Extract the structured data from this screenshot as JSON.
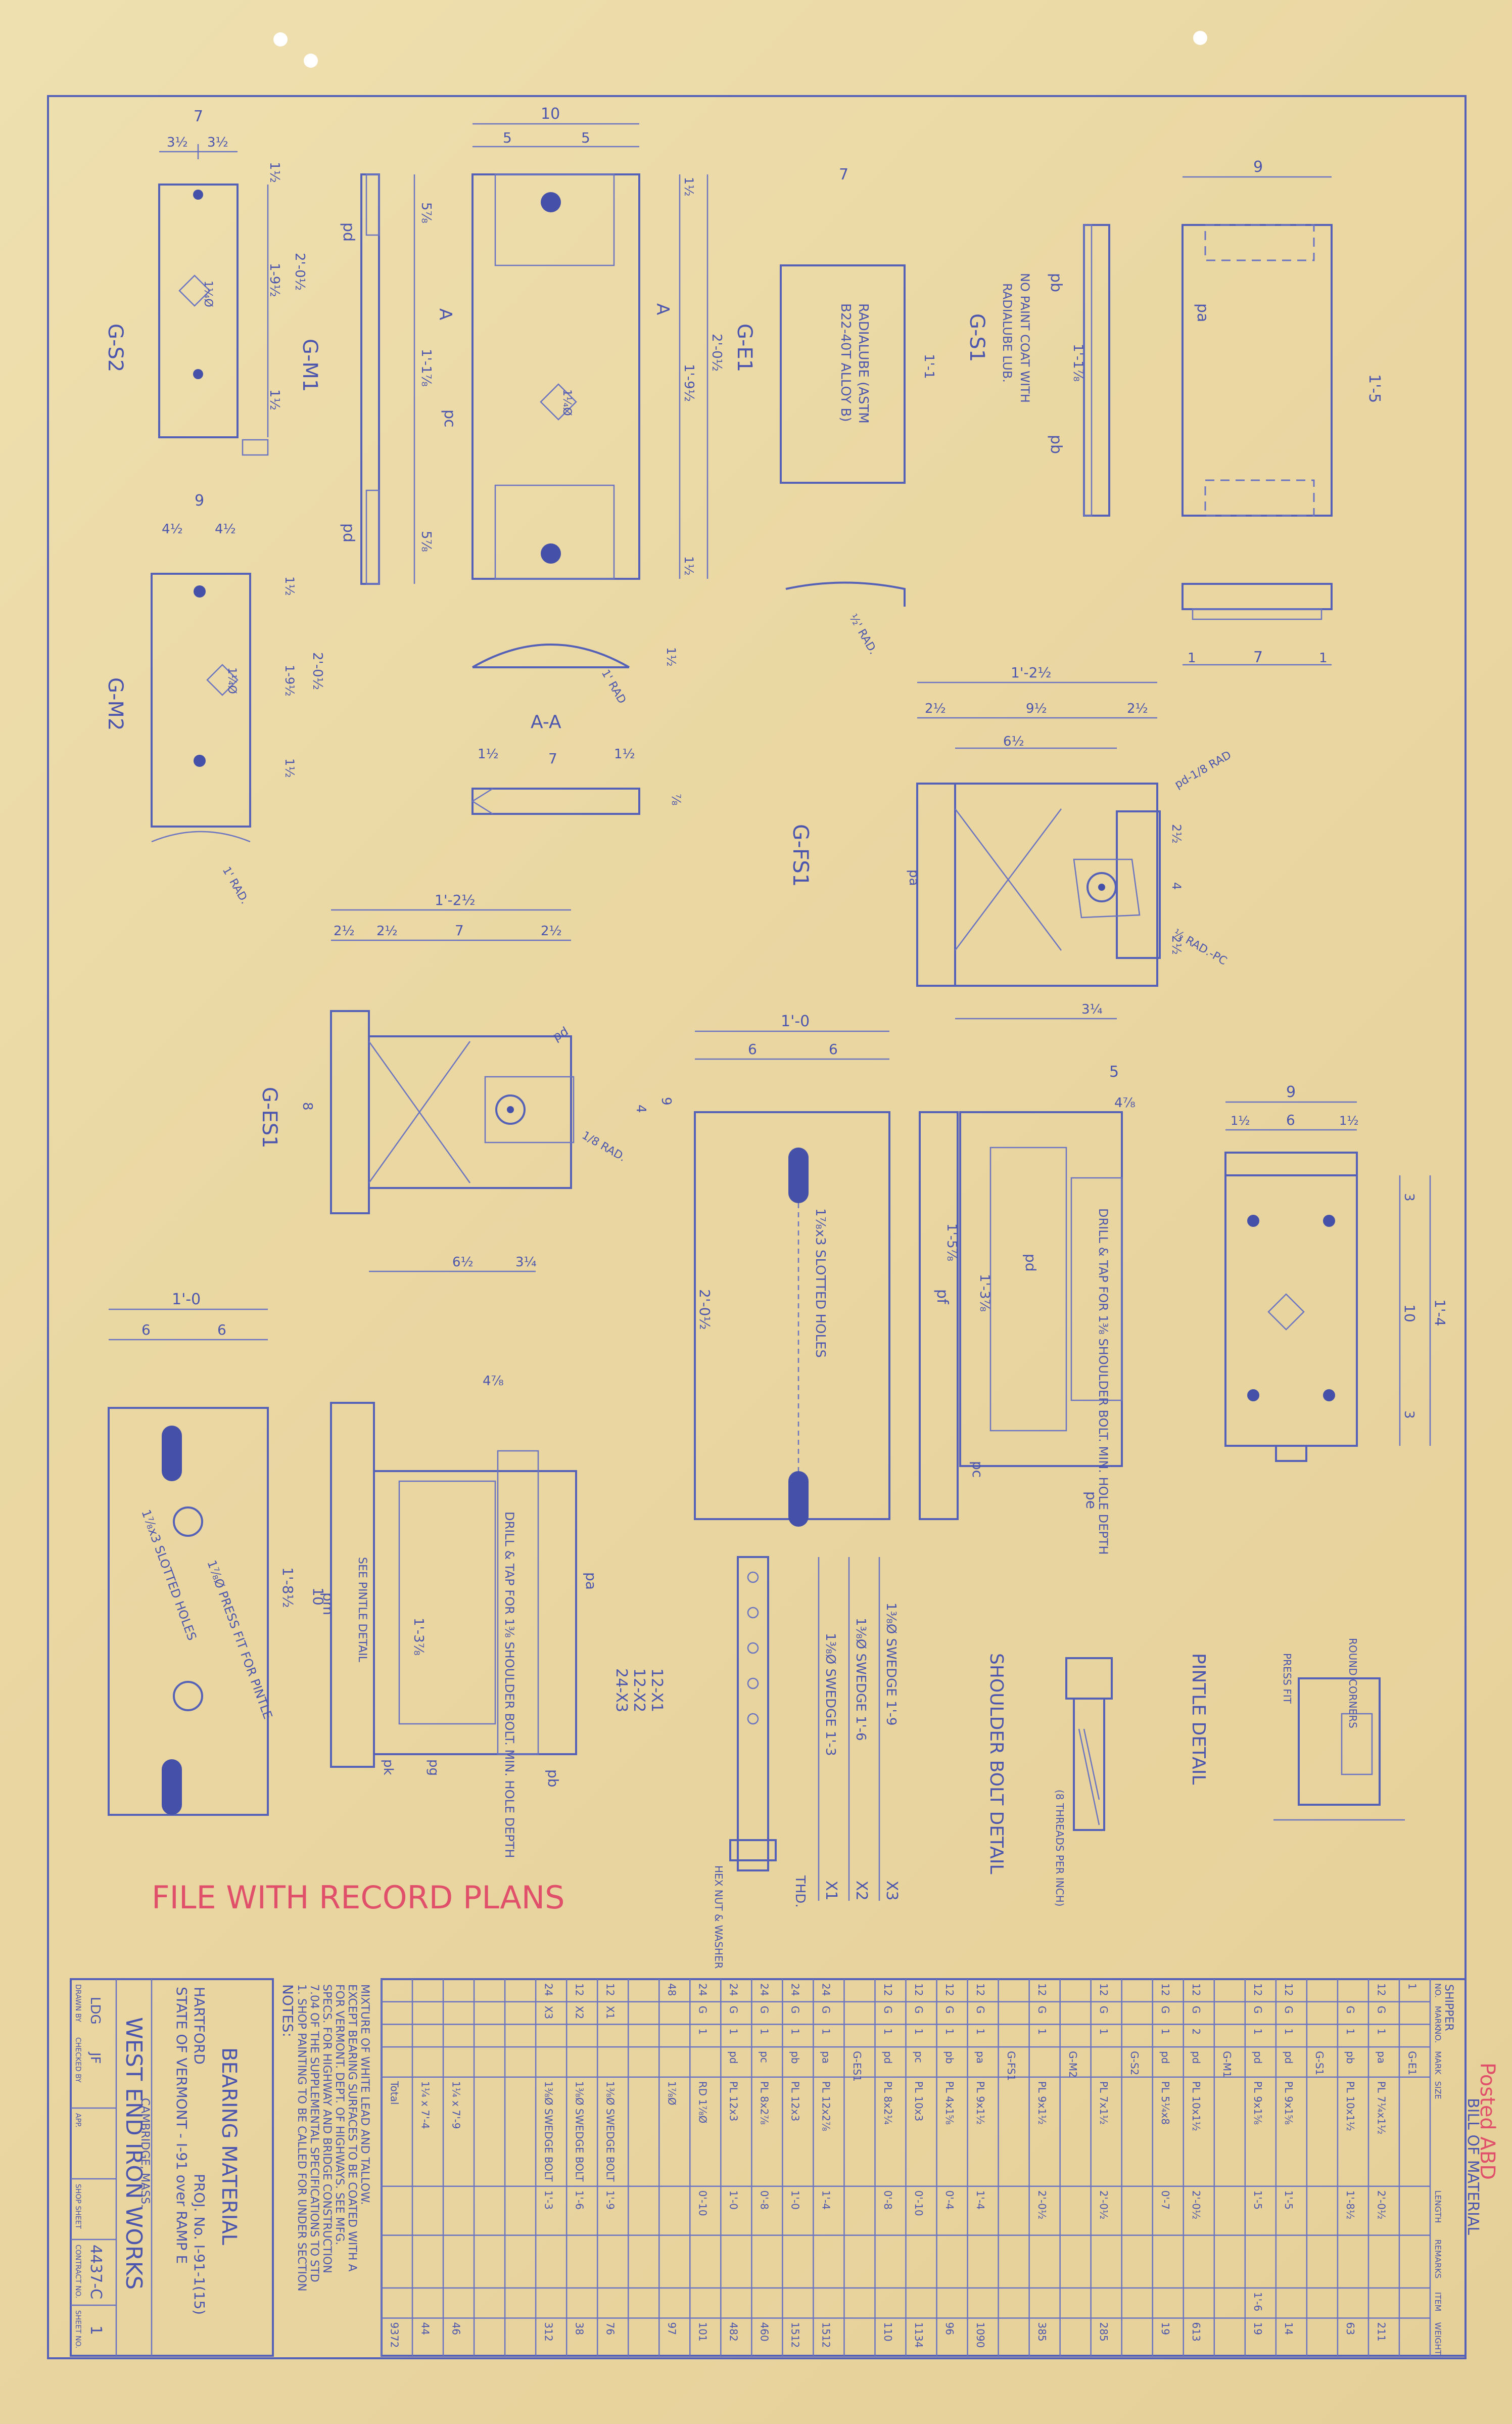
{
  "views": {
    "g_s2": {
      "label": "G-S2",
      "dim_top": "7",
      "dim_a": "3½",
      "dim_b": "3½",
      "dim_h1": "1½",
      "dim_h2": "1-9½",
      "dim_h3": "1½",
      "dim_total": "2'-0½",
      "mark": "1¼Ø"
    },
    "g_m1": {
      "label": "G-M1",
      "pd_top": "pd",
      "pd_bot": "pd",
      "dim_top": "5⅞",
      "dim_mid": "1'-1⅞",
      "dim_bot": "5⅞",
      "pc": "pc",
      "sec": "A"
    },
    "g_e1": {
      "label": "G-E1",
      "dim_top": "10",
      "dim_a": "5",
      "dim_b": "5",
      "dim_h1": "1½",
      "dim_mid": "1'-9½",
      "dim_h2": "1½",
      "dim_total": "2'-0½",
      "mark": "1¼Ø",
      "sec": "A"
    },
    "g_m2": {
      "label": "G-M2",
      "dim_top": "9",
      "dim_a": "4½",
      "dim_b": "4½",
      "dim_h1": "1½",
      "dim_h2": "1-9½",
      "dim_h3": "1½",
      "dim_total": "2'-0½",
      "mark": "1¼Ø",
      "rad": "1' RAD."
    },
    "a_a": {
      "label": "A-A",
      "dim_a": "1½",
      "dim_b": "7",
      "dim_c": "1½",
      "rad": "1' RAD",
      "dim_h": "1½",
      "dim_h2": "⅞"
    },
    "g_s1": {
      "label": "G-S1",
      "dim_top": "7",
      "note1": "RADIALUBE (ASTM",
      "note2": "B22-40T ALLOY B)",
      "note3": "NO PAINT COAT WITH",
      "note4": "RADIALUBE LUB.",
      "dim_total": "1'-1",
      "pb": "pb",
      "pa": "pa",
      "rad": "½' RAD.",
      "dim_h": "1'-1⅞",
      "dim_r": "9",
      "dim_r2": "1'-5",
      "dim_b1": "1",
      "dim_b2": "7",
      "dim_b3": "1"
    },
    "g_fs1": {
      "label": "G-FS1",
      "dim_top": "1'-2½",
      "dim_a": "2½",
      "dim_b": "9½",
      "dim_c": "2½",
      "dim_d": "6½",
      "dim_e": "3¼",
      "pd": "pd-1/8 RAD",
      "pc": "½ RAD.-PC",
      "pa": "pa",
      "dim_f": "2½",
      "dim_g": "4",
      "dim_h": "2½"
    },
    "g_es1": {
      "label": "G-ES1",
      "dim_top": "1'-2½",
      "dim_a": "2½",
      "dim_b": "2½",
      "dim_c": "7",
      "dim_d": "2½",
      "dim_e": "6½",
      "dim_f": "3¼",
      "dim_g": "9",
      "dim_h": "4",
      "dim_i": "8",
      "rad": "1/8 RAD.",
      "pd": "pd"
    },
    "slotted_1": {
      "dim_top": "1'-0",
      "dim_a": "6",
      "dim_b": "6",
      "dim_h": "2'-0½",
      "note": "1⅞x3 SLOTTED HOLES",
      "pf": "pf"
    },
    "slotted_2": {
      "dim_top": "1'-0",
      "dim_a": "6",
      "dim_b": "6",
      "dim_h": "1'-8½",
      "dim_h2": "10",
      "note": "1⅞x3 SLOTTED HOLES",
      "note2": "1⅞Ø PRESS FIT FOR PINTLE",
      "pm": "pm"
    },
    "shoe_1": {
      "note": "DRILL & TAP FOR 1⅜ SHOULDER BOLT. MIN. HOLE DEPTH",
      "dim_a": "5",
      "dim_b": "4⅞",
      "dim_c": "1'-5⅞",
      "dim_d": "1'-3⅞",
      "pd": "pd",
      "pc": "pc",
      "pe": "pe",
      "dim_r": "9",
      "dim_r1": "1½",
      "dim_r2": "6",
      "dim_r3": "1½",
      "dim_r4": "3",
      "dim_r5": "10",
      "dim_r6": "3",
      "dim_r7": "1'-4"
    },
    "shoe_2": {
      "note": "DRILL & TAP FOR 1⅜ SHOULDER BOLT. MIN. HOLE DEPTH",
      "dim_a": "4⅞",
      "dim_b": "1'-3⅞",
      "pb": "pb",
      "pa": "pa",
      "pk": "pk",
      "pg": "pg",
      "see": "SEE PINTLE DETAIL"
    },
    "bolts": {
      "x1": "12-X1",
      "x2": "12-X2",
      "x3": "24-X3",
      "swedge_1": "1⅜Ø SWEDGE 1'-9",
      "swedge_2": "1⅜Ø SWEDGE 1'-6",
      "swedge_3": "1⅜Ø SWEDGE 1'-3",
      "x3b": "X3",
      "x2b": "X2",
      "x1b": "X1",
      "thd": "THD.",
      "hex": "HEX NUT & WASHER"
    },
    "shoulder_bolt": {
      "label": "SHOULDER BOLT DETAIL",
      "note": "(8 THREADS PER INCH)"
    },
    "pintle": {
      "label": "PINTLE DETAIL",
      "note1": "ROUND CORNERS",
      "note2": "PRESS FIT"
    }
  },
  "stamp": {
    "text": "FILE WITH RECORD PLANS"
  },
  "corner_note": {
    "text": "Posted ABD"
  },
  "title_block": {
    "bearing": "BEARING MATERIAL",
    "state": "STATE OF VERMONT - I-91 over RAMP E",
    "hartford": "HARTFORD",
    "proj": "PROJ. No. I-91-1(15)",
    "company": "WEST END IRON WORKS",
    "city": "CAMBRIDGE, MASS.",
    "drawing_no": "4437-C",
    "sheet": "1",
    "drawn_label": "DRAWN BY",
    "checked_label": "CHECKED BY",
    "app_label": "APP.",
    "shop_label": "SHOP SHEET",
    "contract_label": "CONTRACT NO.",
    "sheet_label": "SHEET NO.",
    "drawn": "LDG",
    "checked": "JF"
  },
  "notes": {
    "title": "NOTES:",
    "lines": [
      "1. SHOP PAINTING TO BE CALLED FOR UNDER SECTION",
      "   7.04 OF THE SUPPLEMENTAL SPECIFICATIONS TO STD",
      "   SPECS. FOR HIGHWAY AND BRIDGE CONSTRUCTION",
      "   FOR VERMONT. DEPT. OF HIGHWAYS. SEE MFG.",
      "   EXCEPT BEARING SURFACES TO BE COATED WITH A",
      "   MIXTURE OF WHITE LEAD AND TALLOW."
    ]
  },
  "bom": {
    "title": "BILL OF MATERIAL",
    "shipper": "SHIPPER",
    "headers": [
      "NO.",
      "MARK",
      "NO.",
      "MARK",
      "SIZE",
      "LENGTH",
      "REMARKS",
      "ITEM",
      "WEIGHT"
    ],
    "rows": [
      [
        "1",
        "",
        "",
        "G-E1",
        "",
        "",
        "",
        "",
        ""
      ],
      [
        "12",
        "G",
        "1",
        "pa",
        "PL 7¼x1½",
        "2'-0½",
        "",
        "",
        "211"
      ],
      [
        "",
        "G",
        "1",
        "pb",
        "PL 10x1½",
        "1'-8½",
        "",
        "",
        "63"
      ],
      [
        "",
        "",
        "",
        "G-S1",
        "",
        "",
        "",
        "",
        ""
      ],
      [
        "12",
        "G",
        "1",
        "pd",
        "PL 9x1⅝",
        "1'-5",
        "",
        "",
        "14"
      ],
      [
        "12",
        "G",
        "1",
        "pd",
        "PL 9x1⅝",
        "1'-5",
        "",
        "1'-6",
        "19"
      ],
      [
        "",
        "",
        "",
        "G-M1",
        "",
        "",
        "",
        "",
        ""
      ],
      [
        "12",
        "G",
        "2",
        "pd",
        "PL 10x1½",
        "2'-0½",
        "",
        "",
        "613"
      ],
      [
        "12",
        "G",
        "1",
        "pd",
        "PL 5¼x8",
        "0'-7",
        "",
        "",
        "19"
      ],
      [
        "",
        "",
        "",
        "G-S2",
        "",
        "",
        "",
        "",
        ""
      ],
      [
        "12",
        "G",
        "1",
        "",
        "PL 7x1½",
        "2'-0½",
        "",
        "",
        "285"
      ],
      [
        "",
        "",
        "",
        "G-M2",
        "",
        "",
        "",
        "",
        ""
      ],
      [
        "12",
        "G",
        "1",
        "",
        "PL 9x1½",
        "2'-0½",
        "",
        "",
        "385"
      ],
      [
        "",
        "",
        "",
        "G-FS1",
        "",
        "",
        "",
        "",
        ""
      ],
      [
        "12",
        "G",
        "1",
        "pa",
        "PL 9x1½",
        "1'-4",
        "",
        "",
        "1090"
      ],
      [
        "12",
        "G",
        "1",
        "pb",
        "PL 4x1⅝",
        "0'-4",
        "",
        "",
        "96"
      ],
      [
        "12",
        "G",
        "1",
        "pc",
        "PL 10x3",
        "0'-10",
        "",
        "",
        "1134"
      ],
      [
        "12",
        "G",
        "1",
        "pd",
        "PL 8x2¼",
        "0'-8",
        "",
        "",
        "110"
      ],
      [
        "",
        "",
        "",
        "G-ES1",
        "",
        "",
        "",
        "",
        ""
      ],
      [
        "24",
        "G",
        "1",
        "pa",
        "PL 12x2⅞",
        "1'-4",
        "",
        "",
        "1512"
      ],
      [
        "24",
        "G",
        "1",
        "pb",
        "PL 12x3",
        "1'-0",
        "",
        "",
        "1512"
      ],
      [
        "24",
        "G",
        "1",
        "pc",
        "PL 8x2⅞",
        "0'-8",
        "",
        "",
        "460"
      ],
      [
        "24",
        "G",
        "1",
        "pd",
        "PL 12x3",
        "1'-0",
        "",
        "",
        "482"
      ],
      [
        "24",
        "G",
        "1",
        "",
        "RD 1⅞Ø",
        "0'-10",
        "",
        "",
        "101"
      ],
      [
        "48",
        "",
        "",
        "",
        "1⅞Ø",
        "",
        "",
        "",
        "97"
      ],
      [
        "",
        "",
        "",
        "",
        "",
        "",
        "",
        "",
        ""
      ],
      [
        "12",
        "X1",
        "",
        "",
        "1⅜Ø SWEDGE BOLT",
        "1'-9",
        "",
        "",
        "76"
      ],
      [
        "12",
        "X2",
        "",
        "",
        "1⅜Ø SWEDGE BOLT",
        "1'-6",
        "",
        "",
        "38"
      ],
      [
        "24",
        "X3",
        "",
        "",
        "1⅜Ø SWEDGE BOLT",
        "1'-3",
        "",
        "",
        "312"
      ],
      [
        "",
        "",
        "",
        "",
        "",
        "",
        "",
        "",
        ""
      ],
      [
        "",
        "",
        "",
        "",
        "",
        "",
        "",
        "",
        ""
      ],
      [
        "",
        "",
        "",
        "",
        "1¼ x 7'-9",
        "",
        "",
        "",
        "46"
      ],
      [
        "",
        "",
        "",
        "",
        "1¼ x 7'-4",
        "",
        "",
        "",
        "44"
      ],
      [
        "",
        "",
        "",
        "",
        "Total",
        "",
        "",
        "",
        "9372"
      ]
    ]
  }
}
